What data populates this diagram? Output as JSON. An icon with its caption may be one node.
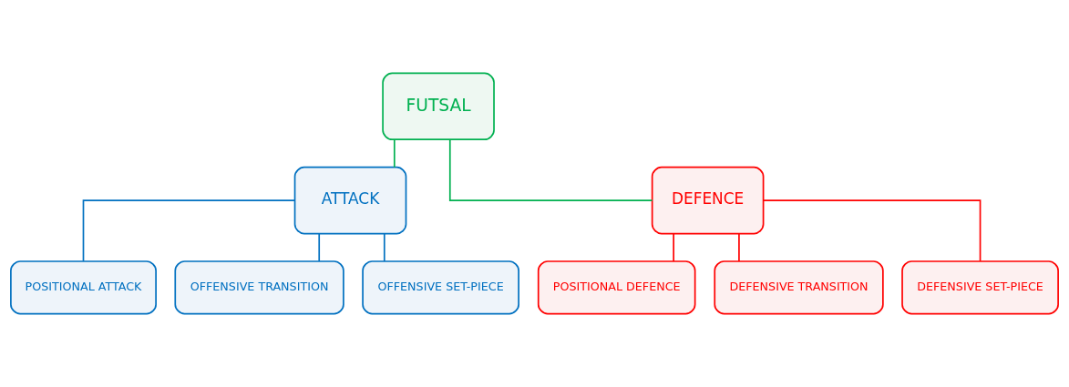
{
  "diagram": {
    "nodes": [
      {
        "text": [
          "FUTSAL"
        ]
      },
      {
        "text": [
          "ATTACK"
        ]
      },
      {
        "text": [
          "DEFENCE"
        ]
      },
      {
        "text": [
          "POSITIONAL ATTACK"
        ]
      },
      {
        "text": [
          "OFFENSIVE TRANSITION"
        ]
      },
      {
        "text": [
          "OFFENSIVE SET-PIECE"
        ]
      },
      {
        "text": [
          "POSITIONAL DEFENCE"
        ]
      },
      {
        "text": [
          "DEFENSIVE TRANSITION"
        ]
      },
      {
        "text": [
          "DEFENSIVE SET-PIECE"
        ]
      }
    ],
    "edges": [
      {
        "from": 0,
        "to": 1,
        "arrow": "none",
        "color": "#00b050"
      },
      {
        "from": 0,
        "to": 2,
        "arrow": "none",
        "color": "#00b050"
      },
      {
        "from": 1,
        "to": 3,
        "arrow": "none",
        "color": "#0070c0"
      },
      {
        "from": 1,
        "to": 4,
        "arrow": "none",
        "color": "#0070c0"
      },
      {
        "from": 1,
        "to": 5,
        "arrow": "none",
        "color": "#0070c0"
      },
      {
        "from": 2,
        "to": 6,
        "arrow": "none",
        "color": "#ff0000"
      },
      {
        "from": 2,
        "to": 7,
        "arrow": "none",
        "color": "#ff0000"
      },
      {
        "from": 2,
        "to": 8,
        "arrow": "none",
        "color": "#ff0000"
      }
    ]
  }
}
